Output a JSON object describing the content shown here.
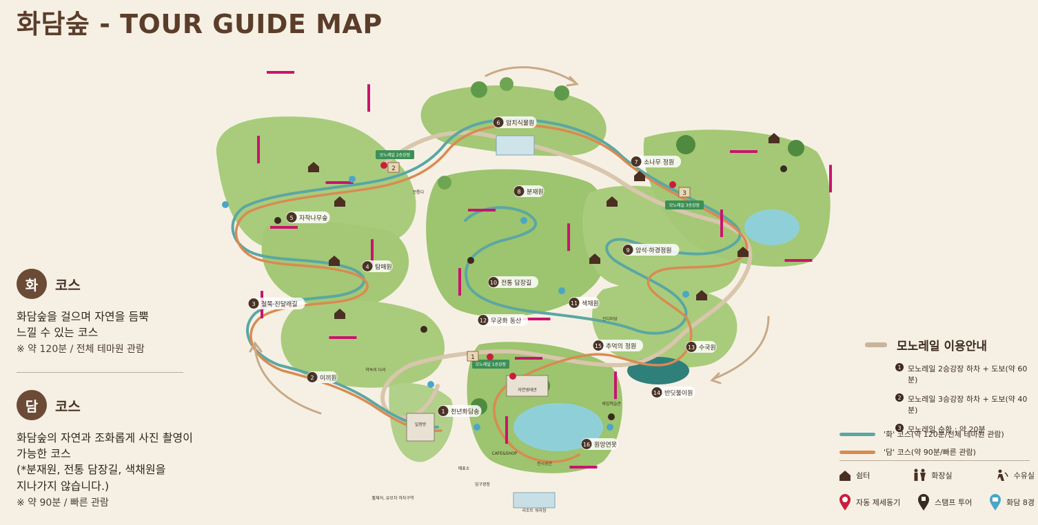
{
  "title": "화담숲 - TOUR GUIDE MAP",
  "courses": [
    {
      "badge": "화",
      "name": "코스",
      "desc": "화담숲을 걸으며 자연을 듬뿍\n느낄 수 있는 코스",
      "note": "※ 약 120분 / 전체 테마원 관람"
    },
    {
      "badge": "담",
      "name": "코스",
      "desc": "화담숲의 자연과 조화롭게 사진 촬영이\n가능한 코스\n(*분재원, 전통 담장길, 색채원을\n지나가지 않습니다.)",
      "note": "※ 약 90분 / 빠른 관람"
    }
  ],
  "monorail": {
    "title": "모노레일 이용안내",
    "items": [
      {
        "n": "1",
        "text": "모노레일 2승강장 하차 + 도보(약 60분)"
      },
      {
        "n": "2",
        "text": "모노레일 3승강장 하차 + 도보(약 40분)"
      },
      {
        "n": "3",
        "text": "모노레일 순환 : 약 20분"
      }
    ]
  },
  "routes": [
    {
      "label": "'화' 코스(약 120분/전체 테마원 관람)",
      "color": "#5aa7a3"
    },
    {
      "label": "'담' 코스(약 90분/빠른 관람)",
      "color": "#d98a52"
    }
  ],
  "icons": [
    {
      "icon": "shelter-icon",
      "label": "쉼터"
    },
    {
      "icon": "restroom-icon",
      "label": "화장실"
    },
    {
      "icon": "water-fountain-icon",
      "label": "수유실"
    },
    {
      "icon": "defibrillator-icon",
      "label": "자동 제세동기"
    },
    {
      "icon": "stamp-tour-icon",
      "label": "스탬프 투어"
    },
    {
      "icon": "hwadam-8-view-icon",
      "label": "화담 8경"
    }
  ],
  "colors": {
    "heading": "#5b3d2a",
    "badge": "#6b4a36",
    "hwa_route": "#5aa7a3",
    "dam_route": "#d98a52",
    "photo_zone": "#c8146e",
    "grass": "#9dc46e"
  },
  "gardens": [
    {
      "num": "1",
      "name": "천년화담송"
    },
    {
      "num": "2",
      "name": "이끼원"
    },
    {
      "num": "3",
      "name": "철쭉·진달래길"
    },
    {
      "num": "4",
      "name": "탐매원"
    },
    {
      "num": "5",
      "name": "자작나무숲"
    },
    {
      "num": "6",
      "name": "암치식물원"
    },
    {
      "num": "7",
      "name": "소나무 정원"
    },
    {
      "num": "8",
      "name": "분재원"
    },
    {
      "num": "9",
      "name": "암석·하경정원"
    },
    {
      "num": "10",
      "name": "전통 담장길"
    },
    {
      "num": "11",
      "name": "색채원"
    },
    {
      "num": "12",
      "name": "무궁화 동산"
    },
    {
      "num": "13",
      "name": "수국원"
    },
    {
      "num": "14",
      "name": "반딧불이원"
    },
    {
      "num": "15",
      "name": "추억의 정원"
    },
    {
      "num": "16",
      "name": "원앙연못"
    }
  ],
  "stations": [
    {
      "num": "1",
      "label": "모노레일 1승강장"
    },
    {
      "num": "2",
      "label": "모노레일 2승강장"
    },
    {
      "num": "3",
      "label": "모노레일 3승강장"
    }
  ],
  "small_labels": {
    "gate": "입구광장",
    "parking": "리조트 워자창",
    "ticket": "매표소",
    "wheelchair": "휠체어, 유모차\n하차구역",
    "visitor": "자연생태관",
    "cafe": "CAFE&SHOP",
    "gallery": "일정방",
    "story": "전시공간",
    "courtyard": "잔디마당",
    "hall": "세입학습관",
    "bridge": "약속의 다리",
    "exhibit": "전통다"
  }
}
